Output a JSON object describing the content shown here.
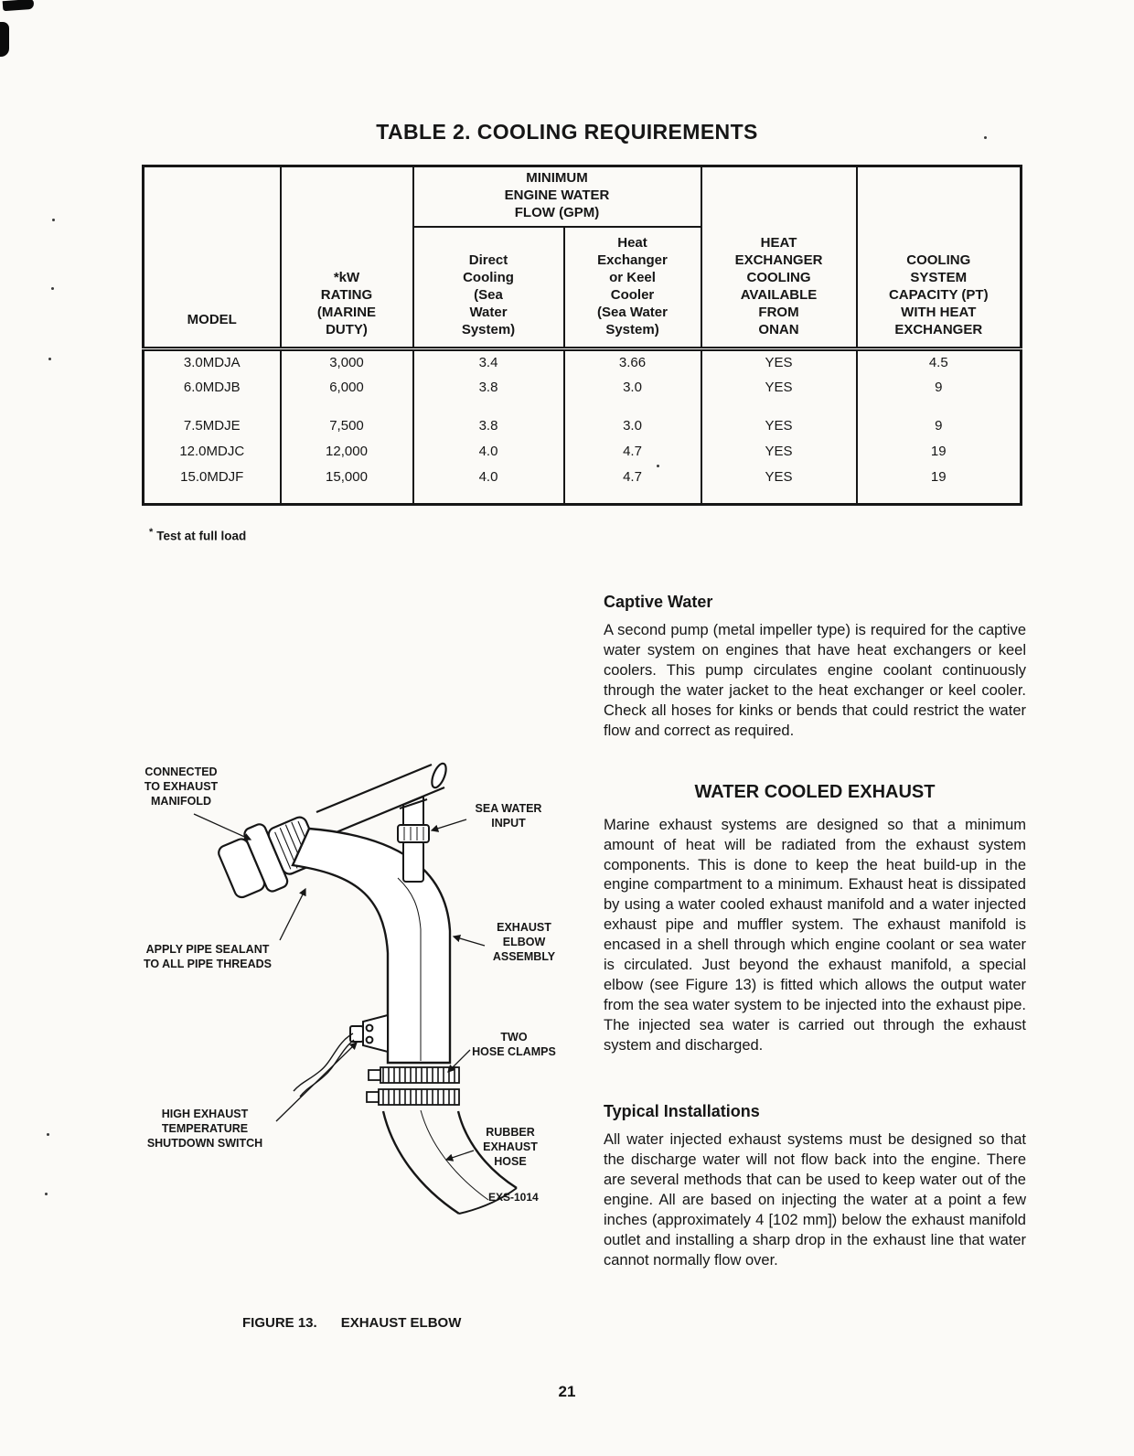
{
  "colors": {
    "paper": "#fbfaf7",
    "ink": "#161616"
  },
  "page_number": "21",
  "table": {
    "title": "TABLE 2. COOLING REQUIREMENTS",
    "headers": {
      "model": "MODEL",
      "kw_rating": "*kW\nRATING\n(MARINE\nDUTY)",
      "flow_group": "MINIMUM\nENGINE WATER\nFLOW (GPM)",
      "direct_cooling": "Direct\nCooling\n(Sea\nWater\nSystem)",
      "heat_exchanger": "Heat\nExchanger\nor Keel\nCooler\n(Sea Water\nSystem)",
      "hx_available": "HEAT\nEXCHANGER\nCOOLING\nAVAILABLE\nFROM\nONAN",
      "capacity": "COOLING\nSYSTEM\nCAPACITY (PT)\nWITH HEAT\nEXCHANGER"
    },
    "row_groups": [
      [
        [
          "3.0MDJA",
          "3,000",
          "3.4",
          "3.66",
          "YES",
          "4.5"
        ],
        [
          "6.0MDJB",
          "6,000",
          "3.8",
          "3.0",
          "YES",
          "9"
        ]
      ],
      [
        [
          "7.5MDJE",
          "7,500",
          "3.8",
          "3.0",
          "YES",
          "9"
        ],
        [
          "12.0MDJC",
          "12,000",
          "4.0",
          "4.7",
          "YES",
          "19"
        ],
        [
          "15.0MDJF",
          "15,000",
          "4.0",
          "4.7",
          "YES",
          "19"
        ]
      ]
    ],
    "footnote_star": "*",
    "footnote": "Test at full load"
  },
  "figure": {
    "labels": {
      "connected": "CONNECTED\nTO EXHAUST\nMANIFOLD",
      "sea_water": "SEA WATER\nINPUT",
      "elbow_assembly": "EXHAUST\nELBOW\nASSEMBLY",
      "pipe_sealant": "APPLY PIPE SEALANT\nTO ALL PIPE THREADS",
      "hose_clamps": "TWO\nHOSE CLAMPS",
      "shutdown_switch": "HIGH EXHAUST\nTEMPERATURE\nSHUTDOWN SWITCH",
      "rubber_hose": "RUBBER\nEXHAUST\nHOSE",
      "drawing_code": "EXS-1014"
    },
    "caption_number": "FIGURE 13.",
    "caption_title": "EXHAUST ELBOW"
  },
  "sections": {
    "captive_water": {
      "heading": "Captive Water",
      "body": "A second pump (metal impeller type) is required for the captive water system on engines that have heat exchangers or keel coolers. This pump circulates engine coolant continuously through the water jacket to the heat exchanger or keel cooler. Check all hoses for kinks or bends that could restrict the water flow and correct as required."
    },
    "water_cooled_exhaust": {
      "heading": "WATER COOLED EXHAUST",
      "body": "Marine exhaust systems are designed so that a minimum amount of heat will be radiated from the exhaust system components. This is done to keep the heat build-up in the engine compartment to a minimum. Exhaust heat is dissipated by using a water cooled exhaust manifold and a water injected exhaust pipe and muffler system. The exhaust manifold is encased in a shell through which engine coolant or sea water is circulated. Just beyond the exhaust manifold, a special elbow (see Figure 13) is fitted which allows the output water from the sea water system to be injected into the exhaust pipe. The injected sea water is carried out through the exhaust system and discharged."
    },
    "typical_installations": {
      "heading": "Typical Installations",
      "body": "All water injected exhaust systems must be designed so that the discharge water will not flow back into the engine. There are several methods that can be used to keep water out of the engine. All are based on injecting the water at a point a few inches (approximately 4 [102 mm]) below the exhaust manifold outlet and installing a sharp drop in the exhaust line that water cannot normally flow over."
    }
  }
}
